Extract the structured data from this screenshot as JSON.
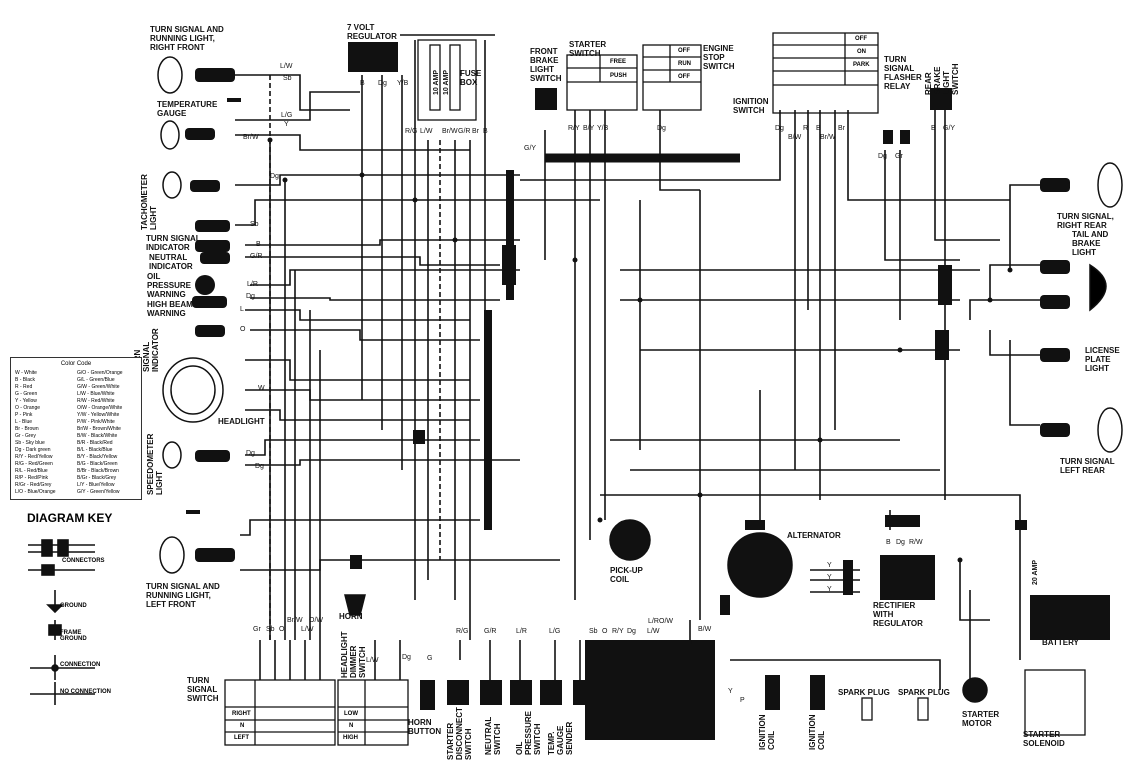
{
  "components": {
    "turn_signal_right_front": "TURN SIGNAL AND\nRUNNING LIGHT,\nRIGHT FRONT",
    "temperature_gauge": "TEMPERATURE\nGAUGE",
    "tachometer_light": "TACHOMETER\nLIGHT",
    "turn_signal_indicator": "TURN SIGNAL\nINDICATOR",
    "neutral_indicator": "NEUTRAL\nINDICATOR",
    "oil_pressure_warning": "OIL\nPRESSURE\nWARNING",
    "high_beam_warning": "HIGH BEAM\nWARNING",
    "turn_signal_indicator_side": "TURN\nSIGNAL\nINDICATOR",
    "headlight": "HEADLIGHT",
    "speedometer_light": "SPEEDOMETER\nLIGHT",
    "turn_signal_left_front": "TURN SIGNAL AND\nRUNNING LIGHT,\nLEFT FRONT",
    "voltage_regulator": "7 VOLT\nREGULATOR",
    "fuse_box": "FUSE\nBOX",
    "fuse_10a_1": "10 AMP",
    "fuse_10a_2": "10 AMP",
    "front_brake_light_switch": "FRONT\nBRAKE\nLIGHT\nSWITCH",
    "starter_switch": "STARTER\nSWITCH",
    "engine_stop_switch": "ENGINE\nSTOP\nSWITCH",
    "ignition_switch": "IGNITION\nSWITCH",
    "turn_signal_flasher_relay": "TURN\nSIGNAL\nFLASHER\nRELAY",
    "rear_brake_light_switch": "REAR\nBRAKE\nLIGHT\nSWITCH",
    "turn_signal_right_rear": "TURN SIGNAL,\nRIGHT REAR",
    "tail_brake_light": "TAIL AND\nBRAKE\nLIGHT",
    "license_plate_light": "LICENSE\nPLATE\nLIGHT",
    "turn_signal_left_rear": "TURN SIGNAL\nLEFT REAR",
    "alternator": "ALTERNATOR",
    "pickup_coil": "PICK-UP\nCOIL",
    "rectifier": "RECTIFIER\nWITH\nREGULATOR",
    "fuse_20a": "20 AMP",
    "battery": "BATTERY",
    "starter_motor": "STARTER\nMOTOR",
    "starter_solenoid": "STARTER\nSOLENOID",
    "spark_plug_1": "SPARK PLUG",
    "spark_plug_2": "SPARK PLUG",
    "ignition_coil_1": "IGNITION\nCOIL",
    "ignition_coil_2": "IGNITION\nCOIL",
    "horn": "HORN",
    "turn_signal_switch": "TURN\nSIGNAL\nSWITCH",
    "headlight_dimmer_switch": "HEADLIGHT\nDIMMER\nSWITCH",
    "horn_button": "HORN\nBUTTON",
    "starter_disconnect_switch": "STARTER\nDISCONNECT\nSWITCH",
    "neutral_switch": "NEUTRAL\nSWITCH",
    "oil_pressure_switch": "OIL\nPRESSURE\nSWITCH",
    "temp_gauge_sender": "TEMP.\nGAUGE\nSENDER"
  },
  "switch_tables": {
    "starter": [
      "FREE",
      "PUSH"
    ],
    "engine_stop": [
      "OFF",
      "RUN",
      "OFF"
    ],
    "ignition": [
      "OFF",
      "ON",
      "PARK"
    ],
    "turn_signal": [
      "RIGHT",
      "N",
      "LEFT"
    ],
    "dimmer": [
      "LOW",
      "N",
      "HIGH"
    ]
  },
  "wire_codes": {
    "lw": "L/W",
    "sb": "Sb",
    "lg": "L/G",
    "y": "Y",
    "brw": "Br/W",
    "dg": "Dg",
    "sb2": "Sb",
    "b": "B",
    "gr": "G/R",
    "lr": "L/R",
    "dg2": "Dg",
    "l": "L",
    "o": "O",
    "w": "W",
    "dg3": "Dg",
    "dg4": "Dg",
    "reg_b": "B",
    "reg_dg": "Dg",
    "reg_yb": "Y/B",
    "fuse_rg": "R/G",
    "fuse_lw": "L/W",
    "fuse_brw": "Br/W",
    "fuse_gr": "G/R",
    "fuse_br": "Br",
    "fuse_b": "B",
    "gy": "G/Y",
    "ry": "R/Y",
    "by": "B/Y",
    "yb2": "Y/B",
    "dg5": "Dg",
    "ign_dg": "Dg",
    "ign_bw": "B/W",
    "ign_r": "R",
    "ign_b": "B",
    "ign_brw": "Br/W",
    "ign_br": "Br",
    "fl_dg": "Dg",
    "fl_gr": "Gr",
    "rb_b": "B",
    "rb_gy": "G/Y",
    "bot_gr": "Gr",
    "bot_sb": "Sb",
    "bot_o": "O",
    "bot_brw": "Br/W",
    "bot_lw": "L/W",
    "bot_ow": "O/W",
    "bot_lw2": "L/W",
    "bot_dg": "Dg",
    "bot_g": "G",
    "bot_rg": "R/G",
    "bot_gr2": "G/R",
    "bot_lr": "L/R",
    "bot_lg": "L/G",
    "bot_sb2": "Sb",
    "bot_o2": "O",
    "bot_ryd": "R/Y",
    "bot_dg2": "Dg",
    "bot_lw3": "L/W",
    "pk_lr": "L/R",
    "pk_ow": "O/W",
    "pk_bw": "B/W",
    "pk_l": "L",
    "rect_b": "B",
    "rect_dg": "Dg",
    "rect_rw": "R/W",
    "alt_y1": "Y",
    "alt_y2": "Y",
    "alt_y3": "Y",
    "coil_y": "Y",
    "coil_p": "P"
  },
  "color_code": {
    "title": "Color Code",
    "left": [
      "W  - White",
      "B  - Black",
      "R  - Red",
      "G  - Green",
      "Y  - Yellow",
      "O  - Orange",
      "P  - Pink",
      "L  - Blue",
      "Br - Brown",
      "Gr - Grey",
      "Sb - Sky blue",
      "Dg - Dark green",
      "R/Y - Red/Yellow",
      "R/G - Red/Green",
      "R/L - Red/Blue",
      "R/P - Red/Pink",
      "R/Gr - Red/Grey",
      "L/O - Blue/Orange"
    ],
    "right": [
      "G/O - Green/Orange",
      "G/L - Green/Blue",
      "G/W - Green/White",
      "L/W - Blue/White",
      "R/W - Red/White",
      "O/W - Orange/White",
      "Y/W - Yellow/White",
      "P/W - Pink/White",
      "Br/W - Brown/White",
      "B/W - Black/White",
      "B/R - Black/Red",
      "B/L - Black/Blue",
      "B/Y - Black/Yellow",
      "B/G - Black/Green",
      "B/Br - Black/Brown",
      "B/Gr - Black/Grey",
      "L/Y - Blue/Yellow",
      "G/Y - Green/Yellow"
    ]
  },
  "diagram_key": {
    "title": "DIAGRAM KEY",
    "connectors": "CONNECTORS",
    "ground": "GROUND",
    "frame_ground": "FRAME\nGROUND",
    "connection": "CONNECTION",
    "no_connection": "NO CONNECTION"
  }
}
